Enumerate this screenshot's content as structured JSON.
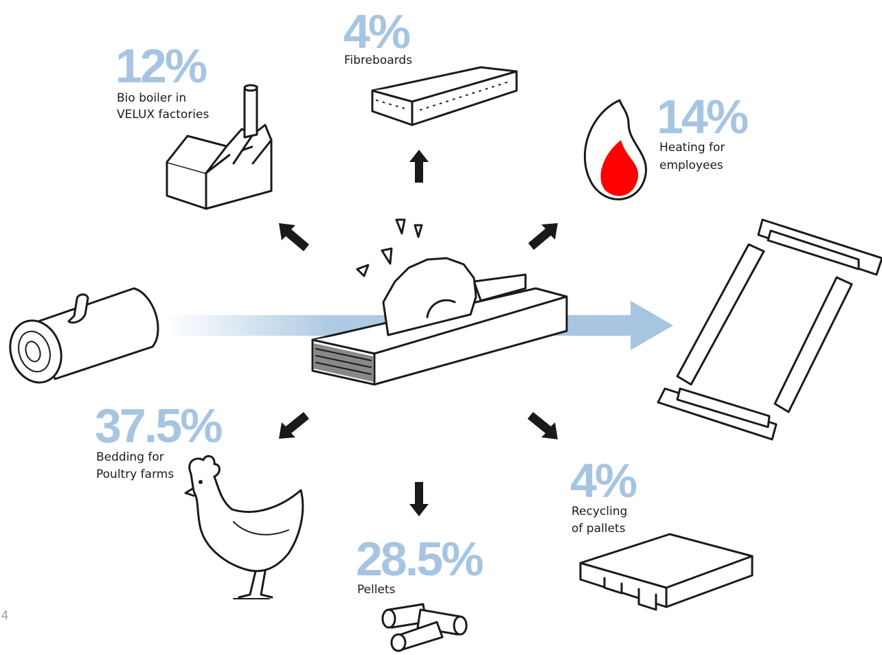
{
  "outputs": [
    {
      "id": "bio_boiler",
      "percent": "12%",
      "label_lines": [
        "Bio boiler in",
        "VELUX factories"
      ],
      "icon": "factory-icon"
    },
    {
      "id": "fibreboards",
      "percent": "4%",
      "label_lines": [
        "Fibreboards"
      ],
      "icon": "fibreboard-icon"
    },
    {
      "id": "heating",
      "percent": "14%",
      "label_lines": [
        "Heating for",
        "employees"
      ],
      "icon": "flame-icon"
    },
    {
      "id": "bedding",
      "percent": "37.5%",
      "label_lines": [
        "Bedding for",
        "Poultry farms"
      ],
      "icon": "chicken-icon"
    },
    {
      "id": "pellets",
      "percent": "28.5%",
      "label_lines": [
        "Pellets"
      ],
      "icon": "pellets-icon"
    },
    {
      "id": "pallets",
      "percent": "4%",
      "label_lines": [
        "Recycling",
        "of pallets"
      ],
      "icon": "pallet-icon"
    }
  ],
  "page_number": "4",
  "colors": {
    "percent": "#a7c5e1",
    "flow_arrow": "#a7c5e1",
    "flame": "#ff0000",
    "line": "#1a1a1a"
  },
  "icons": [
    "log-icon",
    "saw-icon",
    "window-frame-icon"
  ]
}
